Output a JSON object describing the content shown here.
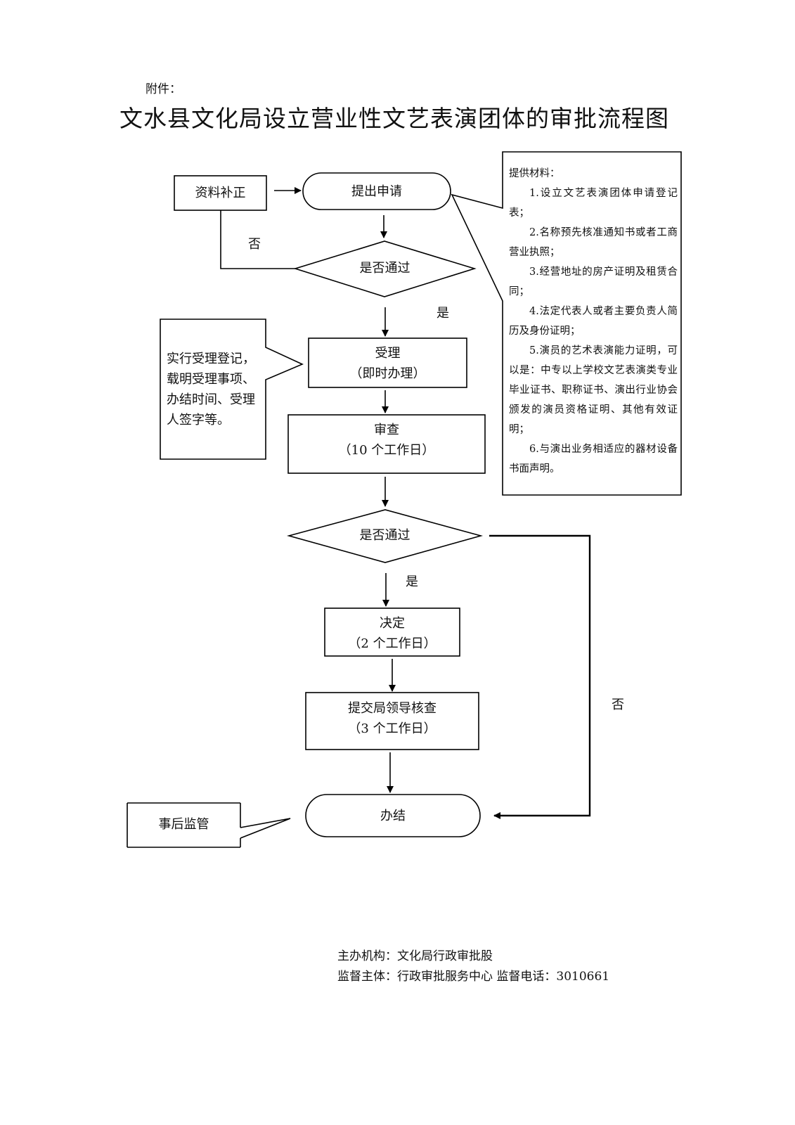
{
  "attachment_label": "附件：",
  "title": "文水县文化局设立营业性文艺表演团体的审批流程图",
  "nodes": {
    "supplement": "资料补正",
    "apply": "提出申请",
    "check1": "是否通过",
    "accept": {
      "line1": "受理",
      "line2": "（即时办理）"
    },
    "review": {
      "line1": "审查",
      "line2": "（10 个工作日）"
    },
    "check2": "是否通过",
    "decide": {
      "line1": "决定",
      "line2": "（2 个工作日）"
    },
    "leader_review": {
      "line1": "提交局领导核查",
      "line2": "（3  个工作日）"
    },
    "finish": "办结",
    "supervision": "事后监管"
  },
  "edge_labels": {
    "no1": "否",
    "yes1": "是",
    "yes2": "是",
    "no2": "否"
  },
  "accept_note": [
    "实行受理登记，",
    "载明受理事项、",
    "办结时间、受理",
    "人签字等。"
  ],
  "materials": {
    "heading": "提供材料：",
    "items": [
      "1.设立文艺表演团体申请登记表；",
      "2.名称预先核准通知书或者工商营业执照；",
      "3.经营地址的房产证明及租赁合同；",
      "4.法定代表人或者主要负责人简历及身份证明；",
      "5.演员的艺术表演能力证明，可以是：中专以上学校文艺表演类专业毕业证书、职称证书、演出行业协会颁发的演员资格证明、其他有效证明；",
      "6.与演出业务相适应的器材设备书面声明。"
    ]
  },
  "footer": {
    "organizer": "主办机构：文化局行政审批股",
    "supervisor": "监督主体：行政审批服务中心  监督电话：3010661"
  }
}
